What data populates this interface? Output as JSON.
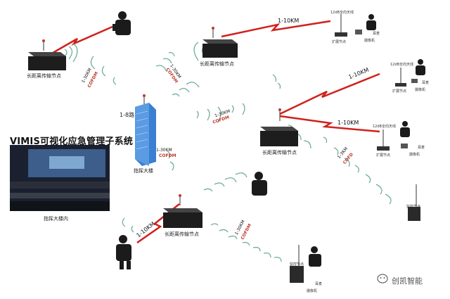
{
  "title": "VIMIS可视化应急管理子系统",
  "control_room_caption": "指挥大楼内",
  "hq_label": "指挥大楼",
  "hq_channels": "1-8路",
  "node_label": "长距离传输节点",
  "link_long": "1-10KM",
  "link_short": "1-30KM",
  "link_short_alt": "1-3KM",
  "link_cofdm": "COFDM",
  "link_cofd": "COFD",
  "equip_antenna": "12dB全向天线",
  "equip_ext_node": "扩展节点",
  "equip_headset": "耳麦",
  "equip_camera": "摄像机",
  "equip_monitor": "监控节点",
  "watermark": "创凯智能",
  "colors": {
    "red_link": "#d0211c",
    "wave": "#6fae9a",
    "hq": "#3a7fd0",
    "box": "#1d1d1d"
  }
}
